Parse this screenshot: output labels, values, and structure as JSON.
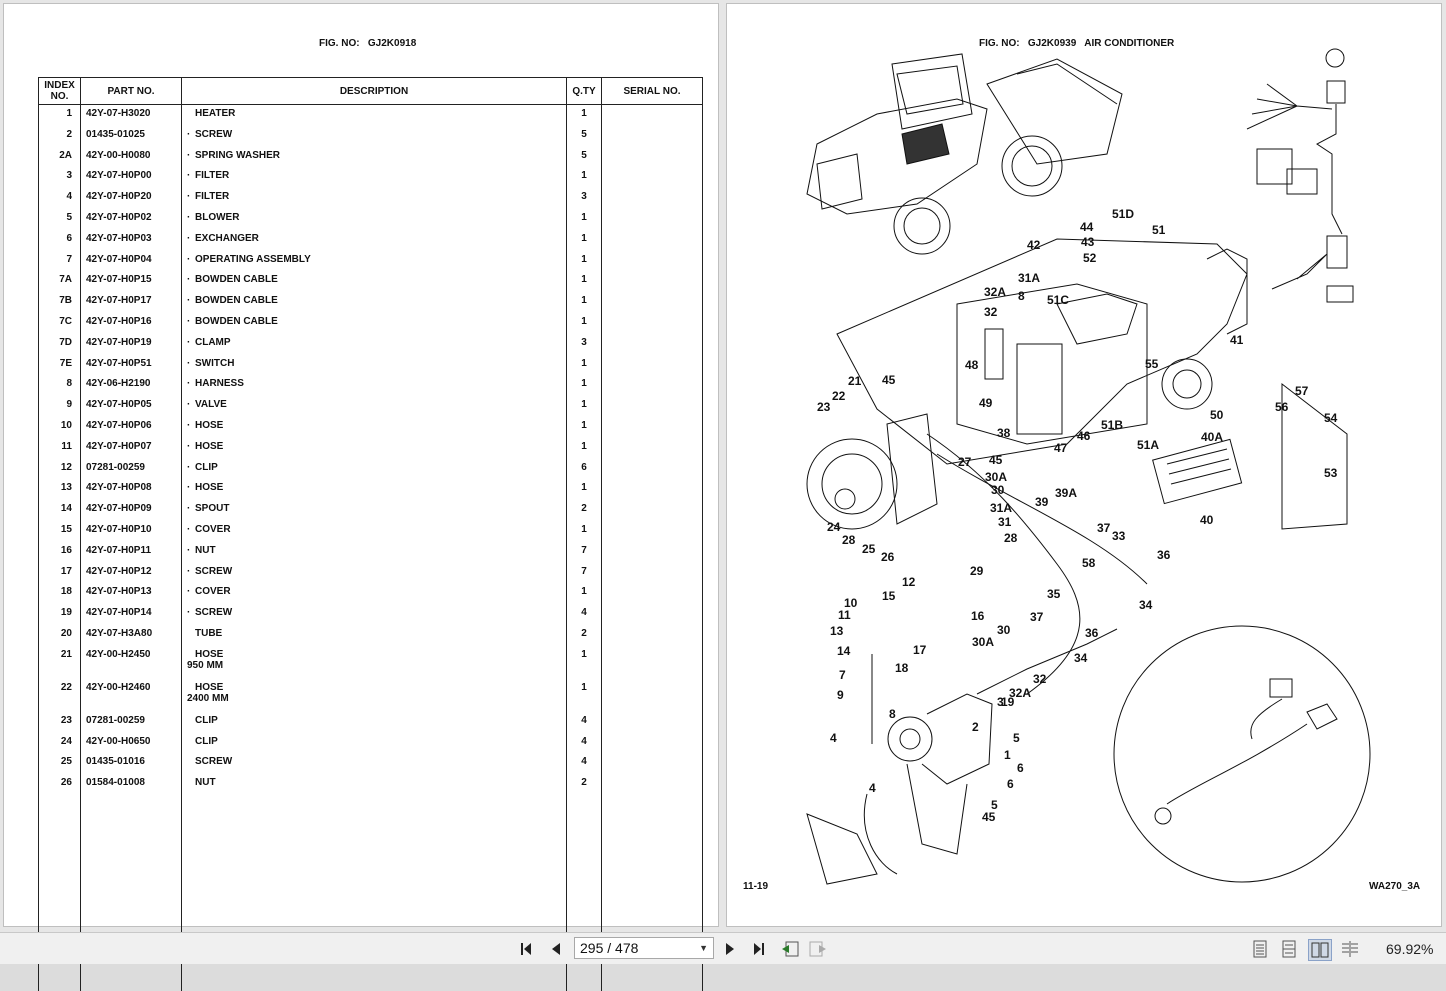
{
  "left_page": {
    "fig_label": "FIG. NO:   GJ2K0918",
    "headers": {
      "index": "INDEX\nNO.",
      "part": "PART NO.",
      "desc": "DESCRIPTION",
      "qty": "Q.TY",
      "serial": "SERIAL NO."
    },
    "rows": [
      {
        "index": "1",
        "part": "42Y-07-H3020",
        "dot": "",
        "desc": "HEATER",
        "desc2": "",
        "qty": "1"
      },
      {
        "index": "2",
        "part": "01435-01025",
        "dot": "·",
        "desc": "SCREW",
        "desc2": "",
        "qty": "5"
      },
      {
        "index": "2A",
        "part": "42Y-00-H0080",
        "dot": "·",
        "desc": "SPRING WASHER",
        "desc2": "",
        "qty": "5"
      },
      {
        "index": "3",
        "part": "42Y-07-H0P00",
        "dot": "·",
        "desc": "FILTER",
        "desc2": "",
        "qty": "1"
      },
      {
        "index": "4",
        "part": "42Y-07-H0P20",
        "dot": "·",
        "desc": "FILTER",
        "desc2": "",
        "qty": "3"
      },
      {
        "index": "5",
        "part": "42Y-07-H0P02",
        "dot": "·",
        "desc": "BLOWER",
        "desc2": "",
        "qty": "1"
      },
      {
        "index": "6",
        "part": "42Y-07-H0P03",
        "dot": "·",
        "desc": "EXCHANGER",
        "desc2": "",
        "qty": "1"
      },
      {
        "index": "7",
        "part": "42Y-07-H0P04",
        "dot": "·",
        "desc": "OPERATING ASSEMBLY",
        "desc2": "",
        "qty": "1"
      },
      {
        "index": "7A",
        "part": "42Y-07-H0P15",
        "dot": "·",
        "desc": "BOWDEN CABLE",
        "desc2": "",
        "qty": "1"
      },
      {
        "index": "7B",
        "part": "42Y-07-H0P17",
        "dot": "·",
        "desc": "BOWDEN CABLE",
        "desc2": "",
        "qty": "1"
      },
      {
        "index": "7C",
        "part": "42Y-07-H0P16",
        "dot": "·",
        "desc": "BOWDEN CABLE",
        "desc2": "",
        "qty": "1"
      },
      {
        "index": "7D",
        "part": "42Y-07-H0P19",
        "dot": "·",
        "desc": "CLAMP",
        "desc2": "",
        "qty": "3"
      },
      {
        "index": "7E",
        "part": "42Y-07-H0P51",
        "dot": "·",
        "desc": "SWITCH",
        "desc2": "",
        "qty": "1"
      },
      {
        "index": "8",
        "part": "42Y-06-H2190",
        "dot": "·",
        "desc": "HARNESS",
        "desc2": "",
        "qty": "1"
      },
      {
        "index": "9",
        "part": "42Y-07-H0P05",
        "dot": "·",
        "desc": "VALVE",
        "desc2": "",
        "qty": "1"
      },
      {
        "index": "10",
        "part": "42Y-07-H0P06",
        "dot": "·",
        "desc": "HOSE",
        "desc2": "",
        "qty": "1"
      },
      {
        "index": "11",
        "part": "42Y-07-H0P07",
        "dot": "·",
        "desc": "HOSE",
        "desc2": "",
        "qty": "1"
      },
      {
        "index": "12",
        "part": "07281-00259",
        "dot": "·",
        "desc": "CLIP",
        "desc2": "",
        "qty": "6"
      },
      {
        "index": "13",
        "part": "42Y-07-H0P08",
        "dot": "·",
        "desc": "HOSE",
        "desc2": "",
        "qty": "1"
      },
      {
        "index": "14",
        "part": "42Y-07-H0P09",
        "dot": "·",
        "desc": "SPOUT",
        "desc2": "",
        "qty": "2"
      },
      {
        "index": "15",
        "part": "42Y-07-H0P10",
        "dot": "·",
        "desc": "COVER",
        "desc2": "",
        "qty": "1"
      },
      {
        "index": "16",
        "part": "42Y-07-H0P11",
        "dot": "·",
        "desc": "NUT",
        "desc2": "",
        "qty": "7"
      },
      {
        "index": "17",
        "part": "42Y-07-H0P12",
        "dot": "·",
        "desc": "SCREW",
        "desc2": "",
        "qty": "7"
      },
      {
        "index": "18",
        "part": "42Y-07-H0P13",
        "dot": "·",
        "desc": "COVER",
        "desc2": "",
        "qty": "1"
      },
      {
        "index": "19",
        "part": "42Y-07-H0P14",
        "dot": "·",
        "desc": "SCREW",
        "desc2": "",
        "qty": "4"
      },
      {
        "index": "20",
        "part": "42Y-07-H3A80",
        "dot": "",
        "desc": "TUBE",
        "desc2": "",
        "qty": "2"
      },
      {
        "index": "21",
        "part": "42Y-00-H2450",
        "dot": "",
        "desc": "HOSE",
        "desc2": "950 MM",
        "qty": "1"
      },
      {
        "index": "22",
        "part": "42Y-00-H2460",
        "dot": "",
        "desc": "HOSE",
        "desc2": "2400 MM",
        "qty": "1"
      },
      {
        "index": "23",
        "part": "07281-00259",
        "dot": "",
        "desc": "CLIP",
        "desc2": "",
        "qty": "4"
      },
      {
        "index": "24",
        "part": "42Y-00-H0650",
        "dot": "",
        "desc": "CLIP",
        "desc2": "",
        "qty": "4"
      },
      {
        "index": "25",
        "part": "01435-01016",
        "dot": "",
        "desc": "SCREW",
        "desc2": "",
        "qty": "4"
      },
      {
        "index": "26",
        "part": "01584-01008",
        "dot": "",
        "desc": "NUT",
        "desc2": "",
        "qty": "2"
      }
    ]
  },
  "right_page": {
    "fig_label": "FIG. NO:   GJ2K0939   AIR CONDITIONER",
    "callouts": [
      "51D",
      "44",
      "43",
      "42",
      "52",
      "51",
      "31A",
      "32A",
      "8",
      "51C",
      "32",
      "41",
      "48",
      "55",
      "21",
      "45",
      "23",
      "22",
      "49",
      "50",
      "56",
      "57",
      "54",
      "46",
      "51B",
      "38",
      "47",
      "51A",
      "40A",
      "45",
      "27",
      "30A",
      "39",
      "39A",
      "30",
      "31A",
      "31",
      "53",
      "40",
      "24",
      "28",
      "25",
      "26",
      "28",
      "29",
      "37",
      "33",
      "36",
      "58",
      "12",
      "35",
      "34",
      "10",
      "11",
      "15",
      "16",
      "30A",
      "30",
      "37",
      "36",
      "13",
      "14",
      "7",
      "18",
      "17",
      "32",
      "34",
      "32A",
      "9",
      "8",
      "3",
      "2",
      "19",
      "4",
      "5",
      "1",
      "6",
      "6",
      "4",
      "5",
      "45"
    ],
    "foot_left": "11-19",
    "foot_right": "WA270_3A"
  },
  "toolbar": {
    "page_indicator": "295 / 478",
    "zoom": "69.92%"
  }
}
